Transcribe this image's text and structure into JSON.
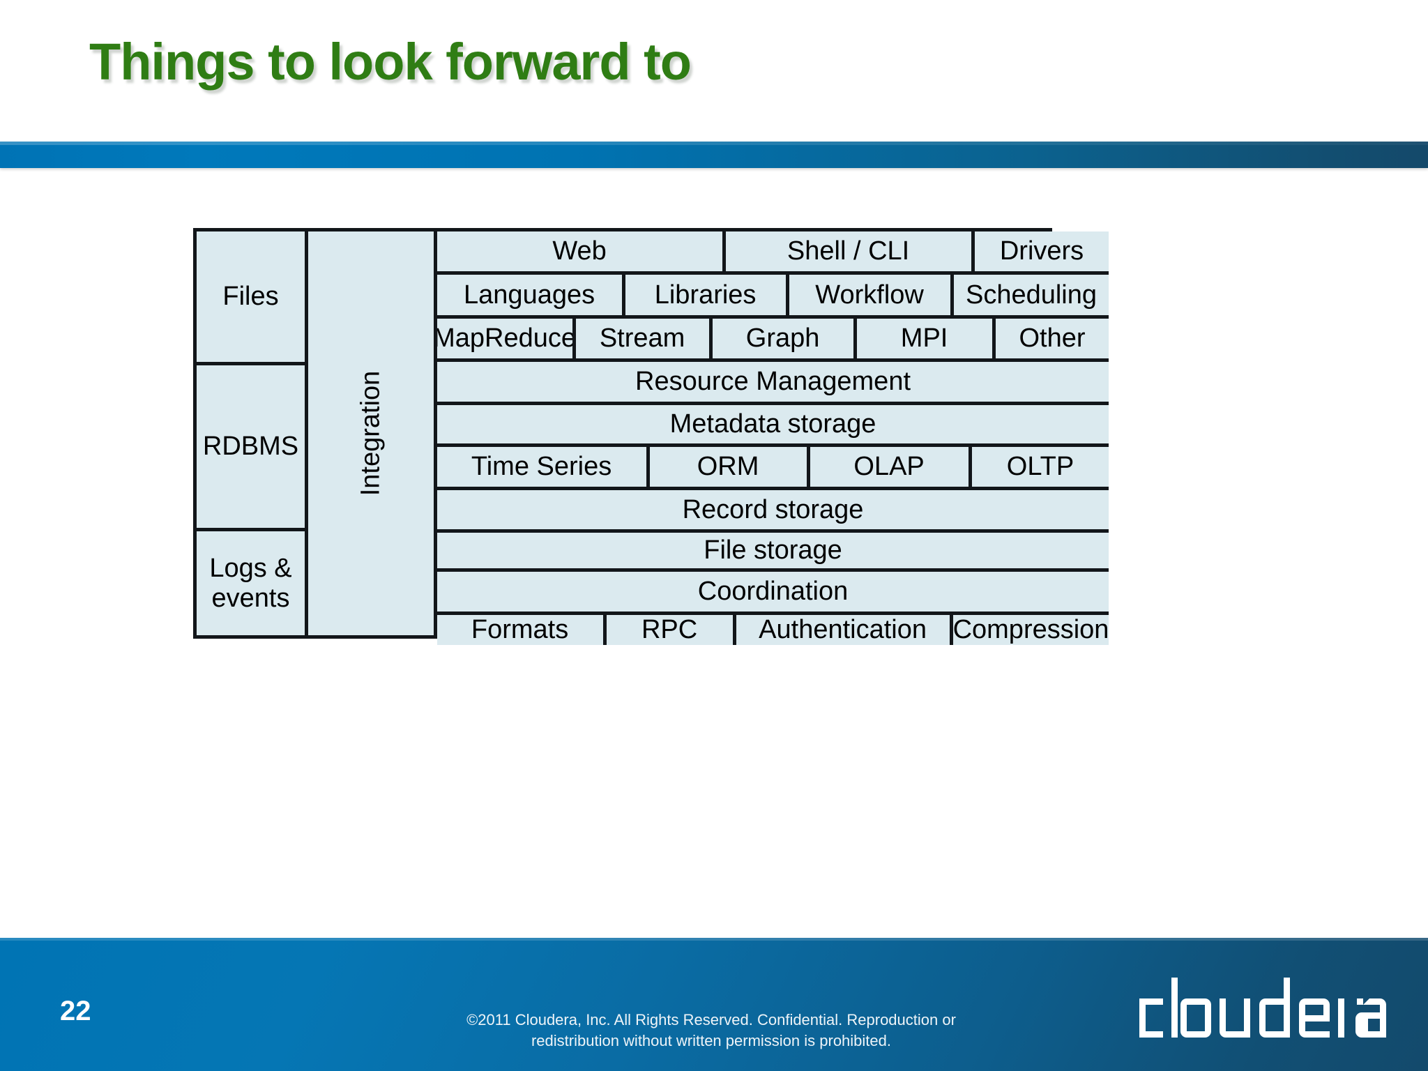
{
  "slide": {
    "title": "Things to look forward to",
    "page_number": "22",
    "title_color": "#2f7d14",
    "accent_blue": "#0074b4",
    "cell_fill": "#dbeaef",
    "border_color": "#12161a"
  },
  "footer": {
    "copyright": "©2011 Cloudera, Inc. All Rights Reserved. Confidential. Reproduction or redistribution without written permission is prohibited.",
    "logo_text": "cloudera"
  },
  "diagram": {
    "sources": [
      {
        "label": "Files"
      },
      {
        "label": "RDBMS"
      },
      {
        "label": "Logs & events"
      }
    ],
    "integration_label": "Integration",
    "rows": [
      {
        "name": "interfaces",
        "cells": [
          {
            "label": "Web"
          },
          {
            "label": "Shell / CLI"
          },
          {
            "label": "Drivers"
          }
        ]
      },
      {
        "name": "tooling",
        "cells": [
          {
            "label": "Languages"
          },
          {
            "label": "Libraries"
          },
          {
            "label": "Workflow"
          },
          {
            "label": "Scheduling"
          }
        ]
      },
      {
        "name": "compute-engines",
        "cells": [
          {
            "label": "MapReduce"
          },
          {
            "label": "Stream"
          },
          {
            "label": "Graph"
          },
          {
            "label": "MPI"
          },
          {
            "label": "Other"
          }
        ]
      },
      {
        "name": "resource-management",
        "cells": [
          {
            "label": "Resource Management"
          }
        ]
      },
      {
        "name": "metadata-storage",
        "cells": [
          {
            "label": "Metadata storage"
          }
        ]
      },
      {
        "name": "data-models",
        "cells": [
          {
            "label": "Time Series"
          },
          {
            "label": "ORM"
          },
          {
            "label": "OLAP"
          },
          {
            "label": "OLTP"
          }
        ]
      },
      {
        "name": "record-storage",
        "cells": [
          {
            "label": "Record storage"
          }
        ]
      },
      {
        "name": "file-storage",
        "cells": [
          {
            "label": "File storage"
          }
        ]
      },
      {
        "name": "coordination",
        "cells": [
          {
            "label": "Coordination"
          }
        ]
      },
      {
        "name": "primitives",
        "cells": [
          {
            "label": "Formats"
          },
          {
            "label": "RPC"
          },
          {
            "label": "Authentication"
          },
          {
            "label": "Compression"
          }
        ]
      }
    ]
  }
}
